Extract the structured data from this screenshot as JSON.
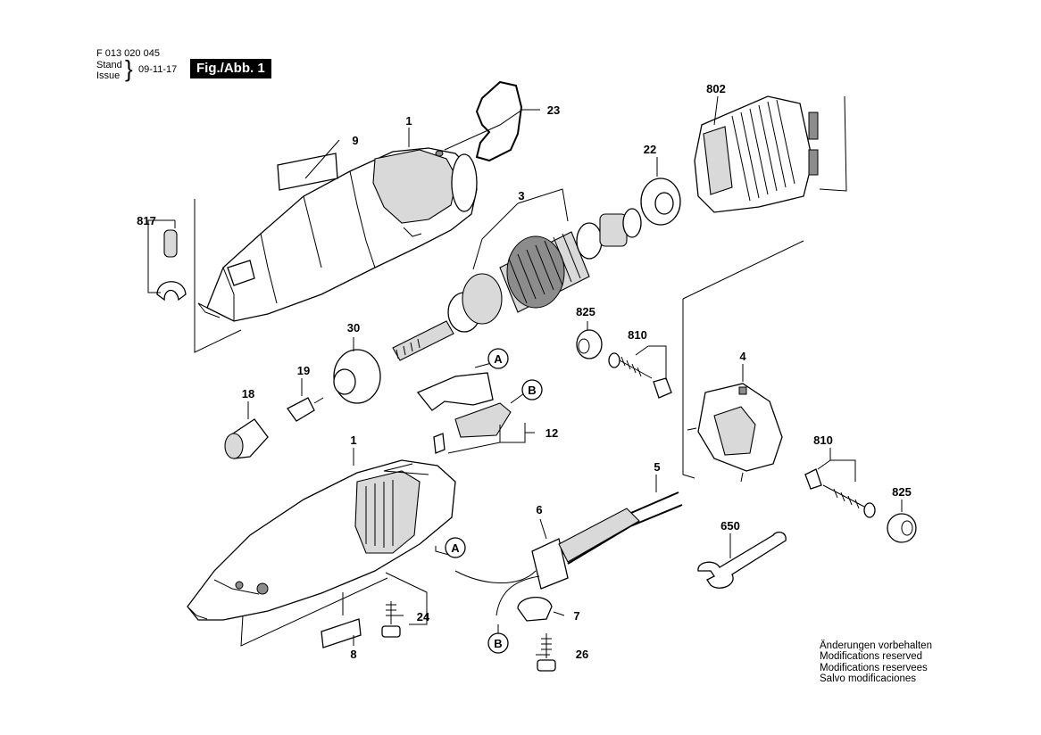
{
  "header": {
    "doc_number": "F 013 020 045",
    "stand_label": "Stand",
    "issue_label": "Issue",
    "date": "09-11-17",
    "figure_label": "Fig./Abb. 1"
  },
  "callouts": {
    "p1_top": "1",
    "p1_bottom": "1",
    "p3": "3",
    "p4": "4",
    "p5": "5",
    "p6": "6",
    "p7": "7",
    "p8": "8",
    "p9": "9",
    "p12": "12",
    "p18": "18",
    "p19": "19",
    "p22": "22",
    "p23": "23",
    "p24": "24",
    "p26": "26",
    "p30": "30",
    "p650": "650",
    "p802": "802",
    "p810_top": "810",
    "p810_bottom": "810",
    "p817": "817",
    "p825_top": "825",
    "p825_bottom": "825",
    "ref_a_1": "A",
    "ref_a_2": "A",
    "ref_b_1": "B",
    "ref_b_2": "B"
  },
  "notes": [
    "Änderungen vorbehalten",
    "Modifications reserved",
    "Modifications reservees",
    "Salvo modificaciones"
  ]
}
